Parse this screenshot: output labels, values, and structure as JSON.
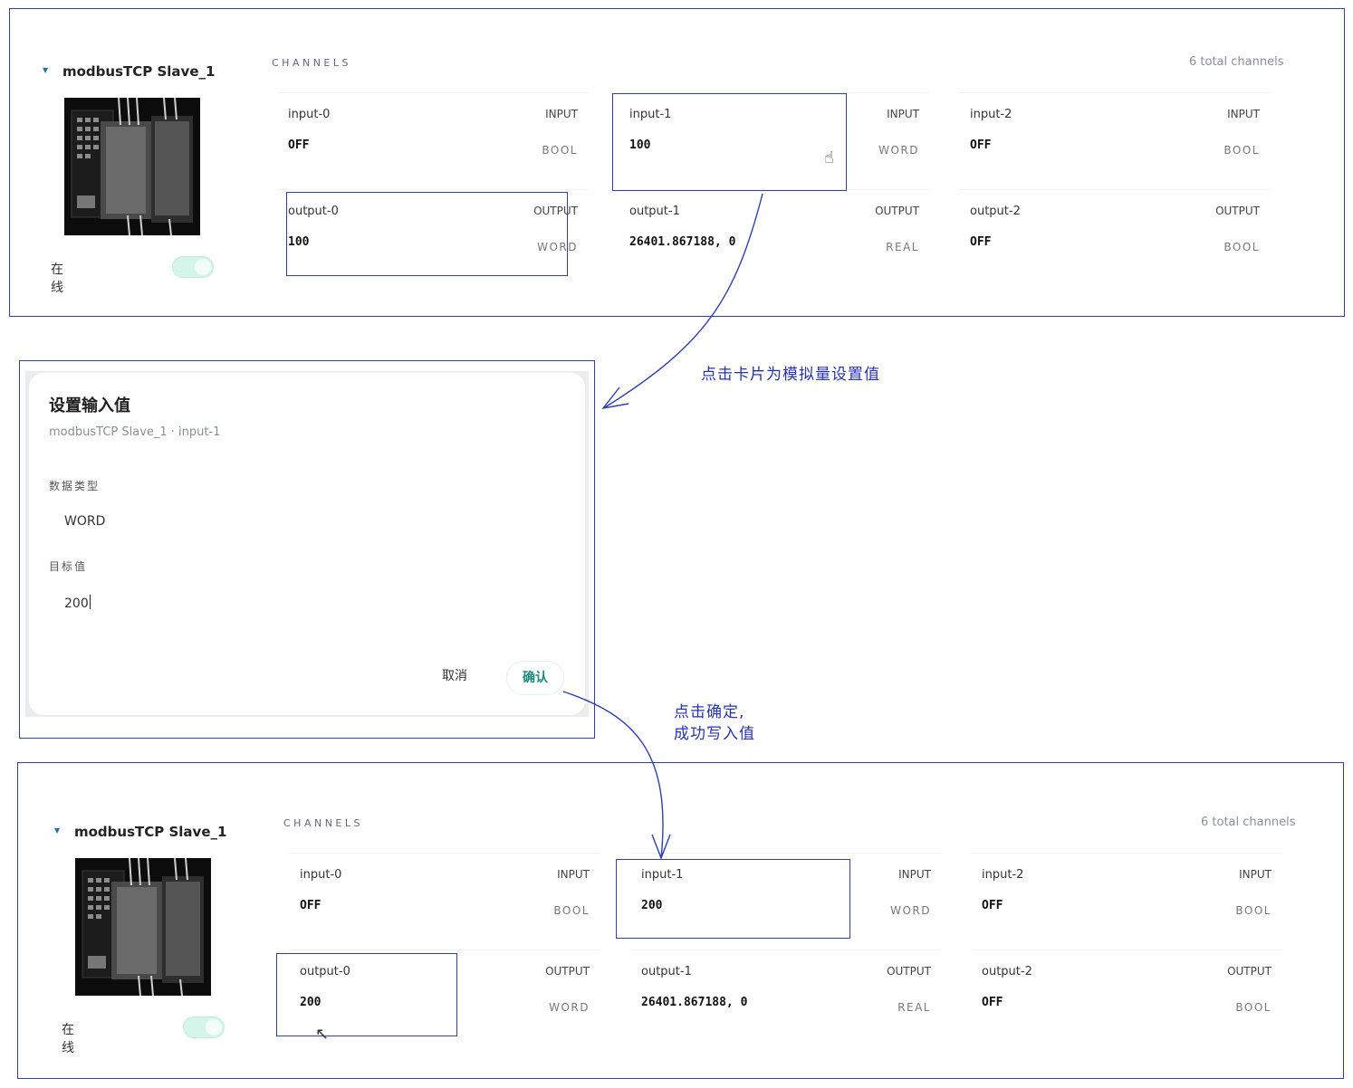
{
  "top_panel": {
    "device": {
      "name": "modbusTCP Slave_1",
      "status": "在线",
      "online": true,
      "image": "device-photo"
    },
    "channels_label": "CHANNELS",
    "total_channels": "6 total channels",
    "cards": [
      {
        "name": "input-0",
        "direction": "INPUT",
        "value": "OFF",
        "type": "BOOL"
      },
      {
        "name": "input-1",
        "direction": "INPUT",
        "value": "100",
        "type": "WORD"
      },
      {
        "name": "input-2",
        "direction": "INPUT",
        "value": "OFF",
        "type": "BOOL"
      },
      {
        "name": "output-0",
        "direction": "OUTPUT",
        "value": "100",
        "type": "WORD"
      },
      {
        "name": "output-1",
        "direction": "OUTPUT",
        "value": "26401.867188, 0",
        "type": "REAL"
      },
      {
        "name": "output-2",
        "direction": "OUTPUT",
        "value": "OFF",
        "type": "BOOL"
      }
    ]
  },
  "dialog": {
    "title": "设置输入值",
    "subtitle": "modbusTCP Slave_1 · input-1",
    "data_type_label": "数据类型",
    "data_type_value": "WORD",
    "target_label": "目标值",
    "target_value": "200",
    "cancel_label": "取消",
    "confirm_label": "确认"
  },
  "bottom_panel": {
    "device": {
      "name": "modbusTCP Slave_1",
      "status": "在线",
      "online": true,
      "image": "device-photo"
    },
    "channels_label": "CHANNELS",
    "total_channels": "6 total channels",
    "cards": [
      {
        "name": "input-0",
        "direction": "INPUT",
        "value": "OFF",
        "type": "BOOL"
      },
      {
        "name": "input-1",
        "direction": "INPUT",
        "value": "200",
        "type": "WORD"
      },
      {
        "name": "input-2",
        "direction": "INPUT",
        "value": "OFF",
        "type": "BOOL"
      },
      {
        "name": "output-0",
        "direction": "OUTPUT",
        "value": "200",
        "type": "WORD"
      },
      {
        "name": "output-1",
        "direction": "OUTPUT",
        "value": "26401.867188, 0",
        "type": "REAL"
      },
      {
        "name": "output-2",
        "direction": "OUTPUT",
        "value": "OFF",
        "type": "BOOL"
      }
    ]
  },
  "annotations": {
    "note_1": "点击卡片为模拟量设置值",
    "note_2_line1": "点击确定,",
    "note_2_line2": "成功写入值"
  },
  "colors": {
    "annotation": "#2f3fb4",
    "toggle_on": "#d6f5ea",
    "confirm_text": "#1b8b7c"
  }
}
